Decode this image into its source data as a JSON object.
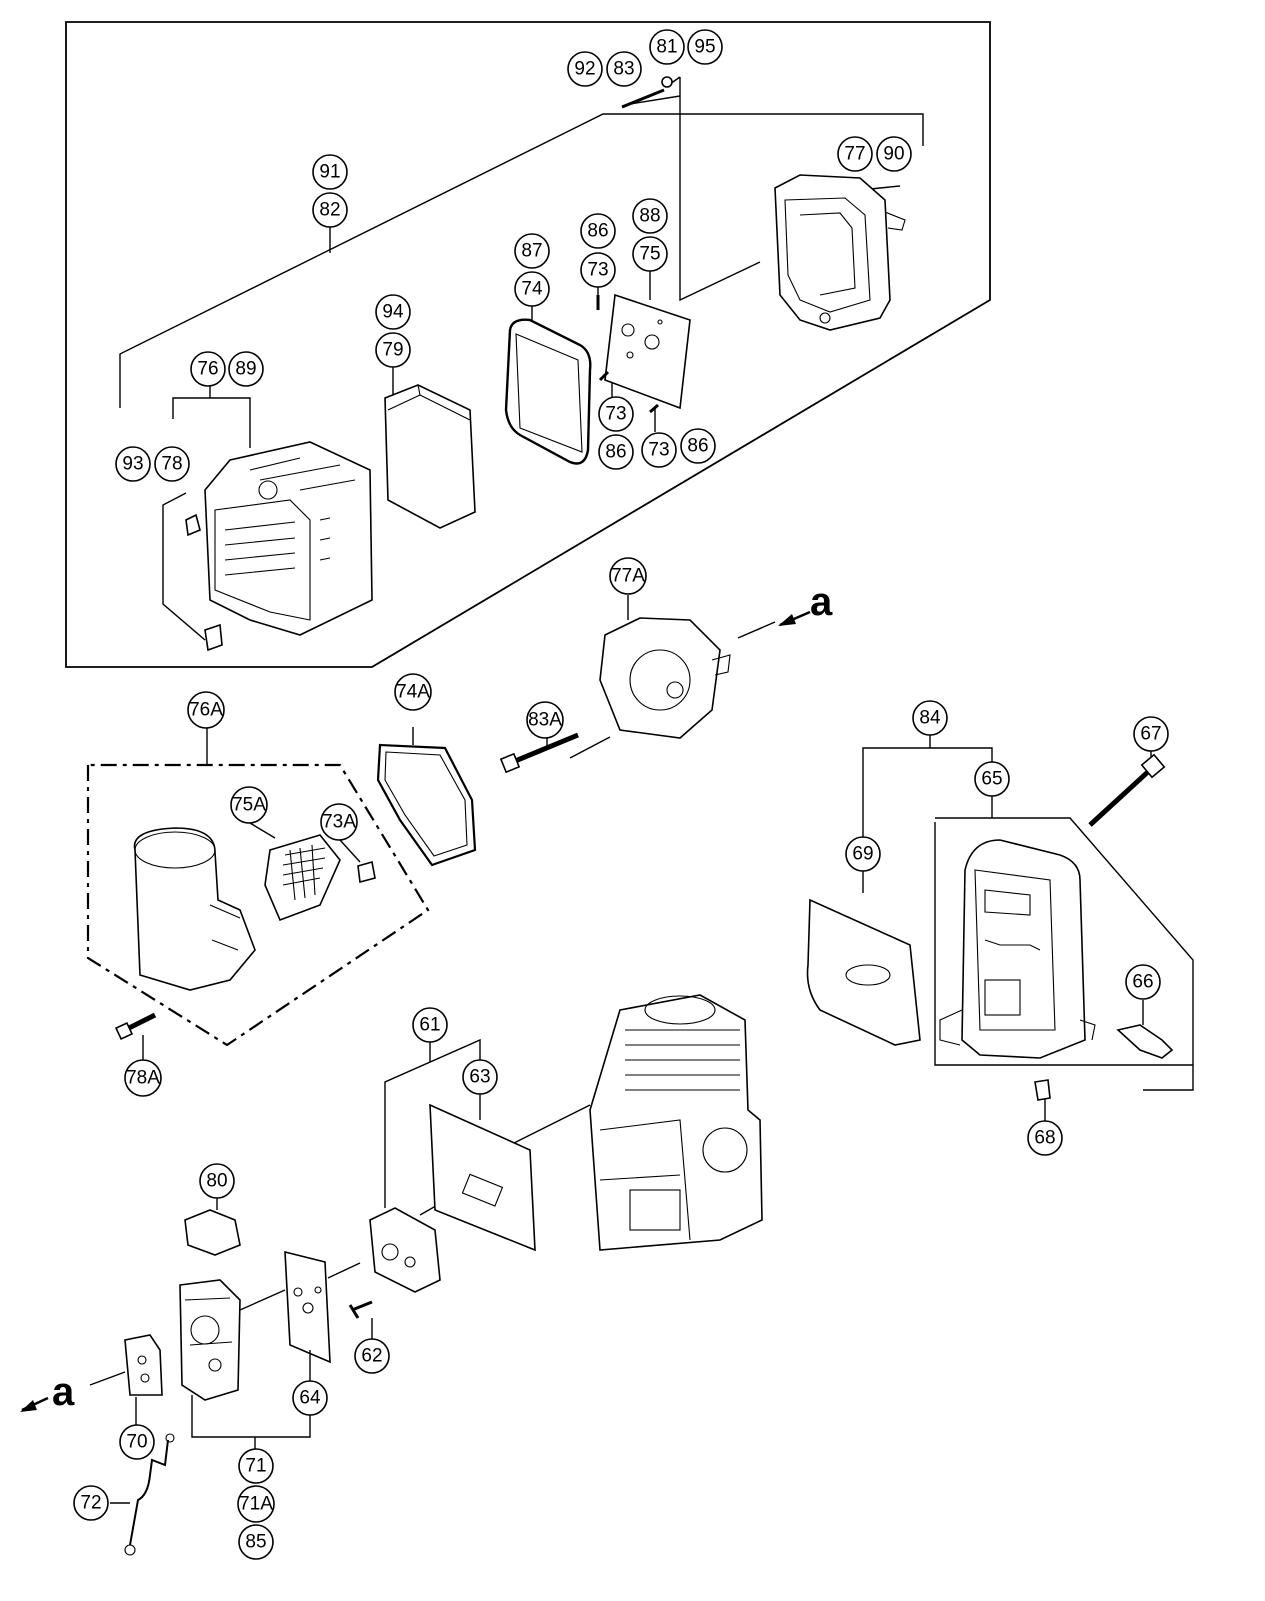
{
  "callouts": [
    "92",
    "83",
    "81",
    "95",
    "91",
    "82",
    "77",
    "90",
    "88",
    "75",
    "86",
    "73",
    "87",
    "74",
    "94",
    "79",
    "76",
    "89",
    "93",
    "78",
    "73",
    "86",
    "73",
    "86",
    "77A",
    "74A",
    "83A",
    "76A",
    "75A",
    "73A",
    "78A",
    "84",
    "67",
    "65",
    "69",
    "66",
    "68",
    "61",
    "63",
    "80",
    "62",
    "64",
    "70",
    "71",
    "71A",
    "85",
    "72"
  ],
  "direction_markers": [
    "a",
    "a"
  ]
}
